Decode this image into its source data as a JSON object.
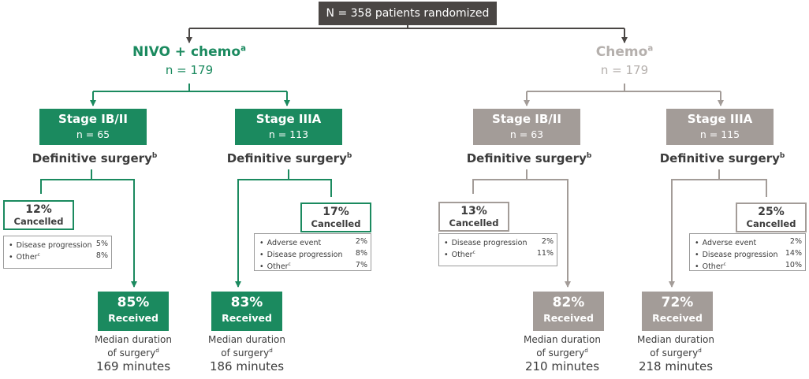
{
  "colors": {
    "nivo": "#1b8a5f",
    "chemo": "#a39c98",
    "chemo_text": "#b5b0ad",
    "top": "#4a4644"
  },
  "header": {
    "randomized": "N = 358 patients randomized"
  },
  "arms": [
    {
      "title": "NIVO + chemo",
      "title_sup": "a",
      "n": "n = 179",
      "stages": [
        {
          "title": "Stage IB/II",
          "n": "n = 65",
          "surgery": "Definitive surgery",
          "surgery_sup": "b",
          "cancelled_pct": "12%",
          "cancelled_label": "Cancelled",
          "reasons": [
            {
              "label": "Disease progression",
              "sup": "",
              "value": "5%"
            },
            {
              "label": "Other",
              "sup": "c",
              "value": "8%"
            }
          ],
          "received_pct": "85%",
          "received_label": "Received",
          "duration_label_1": "Median duration",
          "duration_label_2": "of surgery",
          "duration_sup": "d",
          "duration_value": "169 minutes"
        },
        {
          "title": "Stage IIIA",
          "n": "n = 113",
          "surgery": "Definitive surgery",
          "surgery_sup": "b",
          "cancelled_pct": "17%",
          "cancelled_label": "Cancelled",
          "reasons": [
            {
              "label": "Adverse event",
              "sup": "",
              "value": "2%"
            },
            {
              "label": "Disease progression",
              "sup": "",
              "value": "8%"
            },
            {
              "label": "Other",
              "sup": "c",
              "value": "7%"
            }
          ],
          "received_pct": "83%",
          "received_label": "Received",
          "duration_label_1": "Median duration",
          "duration_label_2": "of surgery",
          "duration_sup": "d",
          "duration_value": "186 minutes"
        }
      ]
    },
    {
      "title": "Chemo",
      "title_sup": "a",
      "n": "n = 179",
      "stages": [
        {
          "title": "Stage IB/II",
          "n": "n = 63",
          "surgery": "Definitive surgery",
          "surgery_sup": "b",
          "cancelled_pct": "13%",
          "cancelled_label": "Cancelled",
          "reasons": [
            {
              "label": "Disease progression",
              "sup": "",
              "value": "2%"
            },
            {
              "label": "Other",
              "sup": "c",
              "value": "11%"
            }
          ],
          "received_pct": "82%",
          "received_label": "Received",
          "duration_label_1": "Median duration",
          "duration_label_2": "of surgery",
          "duration_sup": "d",
          "duration_value": "210 minutes"
        },
        {
          "title": "Stage IIIA",
          "n": "n = 115",
          "surgery": "Definitive surgery",
          "surgery_sup": "b",
          "cancelled_pct": "25%",
          "cancelled_label": "Cancelled",
          "reasons": [
            {
              "label": "Adverse event",
              "sup": "",
              "value": "2%"
            },
            {
              "label": "Disease progression",
              "sup": "",
              "value": "14%"
            },
            {
              "label": "Other",
              "sup": "c",
              "value": "10%"
            }
          ],
          "received_pct": "72%",
          "received_label": "Received",
          "duration_label_1": "Median duration",
          "duration_label_2": "of surgery",
          "duration_sup": "d",
          "duration_value": "218 minutes"
        }
      ]
    }
  ]
}
